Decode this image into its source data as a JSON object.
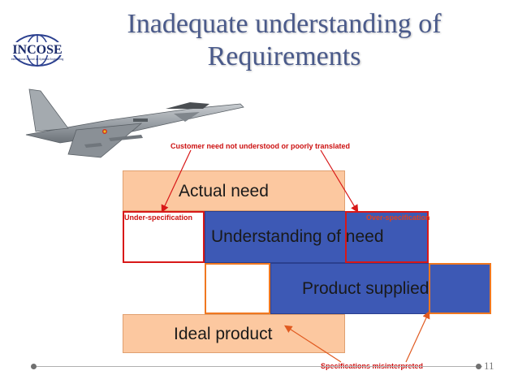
{
  "slide": {
    "title_line1": "Inadequate understanding of",
    "title_line2": "Requirements",
    "logo_text": "INCOSE",
    "logo_subtext": "International Council on Systems Engineering",
    "page_number": "11",
    "colors": {
      "peach": "#fcc8a0",
      "blue": "#3d59b5",
      "red_outline": "#d81818",
      "orange_outline": "#f07820",
      "title": "#4a5a8a"
    }
  },
  "diagram": {
    "actual_need": "Actual need",
    "understanding": "Understanding of need",
    "product_supplied": "Product supplied",
    "ideal_product": "Ideal product",
    "under_spec": "Under-specification",
    "over_spec": "Over-specification",
    "customer_need": "Customer need not understood or poorly translated",
    "spec_misinterpreted": "Specifications misinterpreted"
  }
}
